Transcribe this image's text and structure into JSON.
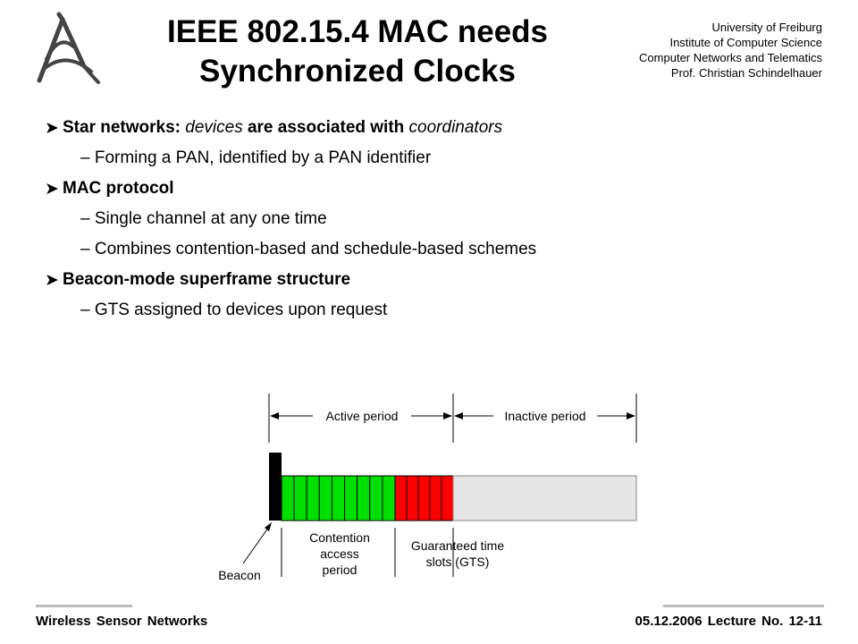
{
  "header": {
    "title_lines": [
      "IEEE 802.15.4 MAC needs",
      "Synchronized Clocks"
    ],
    "affiliation": [
      "University of Freiburg",
      "Institute of Computer Science",
      "Computer Networks and Telematics",
      "Prof. Christian Schindelhauer"
    ]
  },
  "content": {
    "bullet_icon": "arrowhead-bullet-icon",
    "b1": {
      "t1": "Star networks: ",
      "t2": "devices",
      "t3": " are associated with ",
      "t4": "coordinators"
    },
    "b1_sub": "– Forming a PAN, identified by a PAN identifier",
    "b2": "MAC protocol",
    "b2_sub1": "– Single channel at any one time",
    "b2_sub2": "– Combines contention-based and schedule-based schemes",
    "b3": "Beacon-mode superframe structure",
    "b3_sub": "– GTS assigned to devices upon request"
  },
  "diagram": {
    "active_label": "Active period",
    "inactive_label": "Inactive period",
    "cap_label": [
      "Contention",
      "access",
      "period"
    ],
    "gts_label": [
      "Guaranteed time",
      "slots (GTS)"
    ],
    "beacon_label": "Beacon",
    "cap_slots": 9,
    "gts_slots": 5,
    "colors": {
      "beacon": "#000000",
      "cap": "#00e000",
      "gts": "#ff0000",
      "inactive": "#e6e6e6"
    }
  },
  "footer": {
    "left": "Wireless Sensor Networks",
    "right": "05.12.2006  Lecture No. 12-11"
  }
}
